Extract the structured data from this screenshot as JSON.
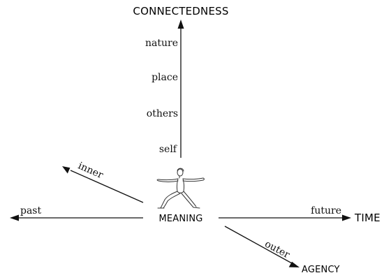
{
  "axes": {
    "connectedness": {
      "title": "CONNECTEDNESS",
      "levels": [
        "self",
        "others",
        "place",
        "nature"
      ]
    },
    "time": {
      "title": "TIME",
      "forward_label": "future",
      "backward_label": "past"
    },
    "agency": {
      "title": "AGENCY",
      "outward_label": "outer",
      "inward_label": "inner"
    },
    "center": {
      "title": "MEANING"
    }
  },
  "icons": {
    "center_figure": "yoga-warrior-pose-figure"
  }
}
